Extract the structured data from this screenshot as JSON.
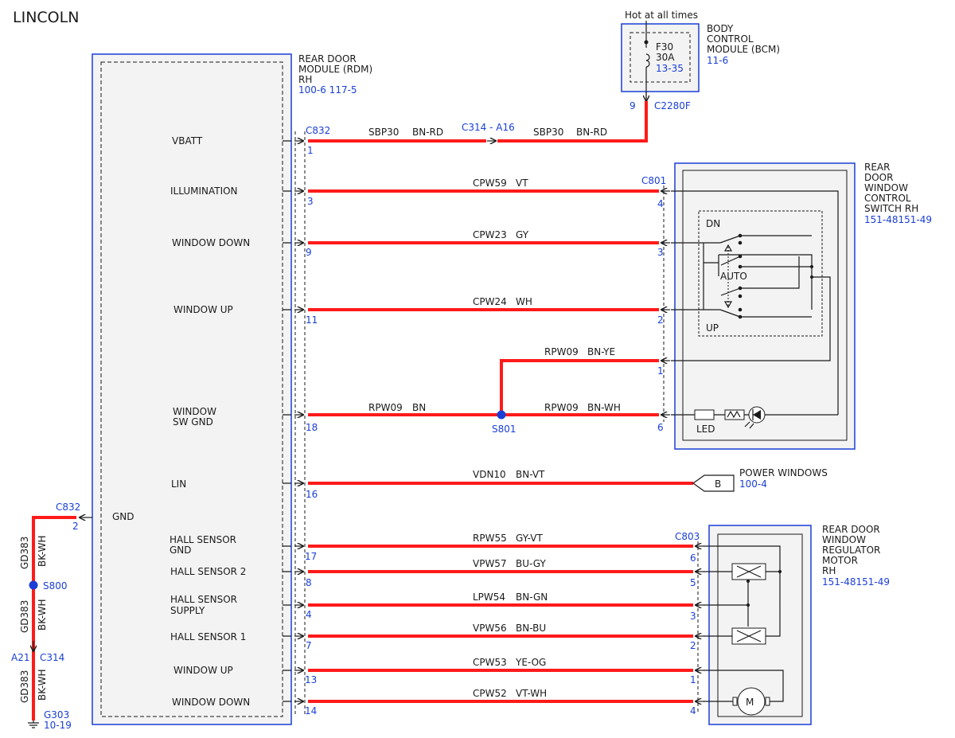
{
  "header": {
    "brand": "LINCOLN"
  },
  "modules": {
    "rdm": {
      "name": [
        "REAR DOOR",
        "MODULE (RDM)",
        "RH"
      ],
      "ref": "100-6 117-5"
    },
    "bcm": {
      "name": [
        "BODY",
        "CONTROL",
        "MODULE (BCM)"
      ],
      "ref": "11-6",
      "power_note": "Hot at all times",
      "fuse": "F30",
      "fuse_rating": "30A",
      "fuse_ref": "13-35"
    },
    "switch": {
      "name": [
        "REAR",
        "DOOR",
        "WINDOW",
        "CONTROL",
        "SWITCH RH"
      ],
      "ref": "151-48151-49",
      "dn": "DN",
      "auto": "AUTO",
      "up": "UP",
      "led": "LED"
    },
    "motor": {
      "name": [
        "REAR DOOR",
        "WINDOW",
        "REGULATOR",
        "MOTOR",
        "RH"
      ],
      "ref": "151-48151-49",
      "symbol": "M"
    },
    "power_windows": {
      "name": "POWER WINDOWS",
      "ref": "100-4",
      "flag": "B"
    }
  },
  "rdm_pins": [
    {
      "label": [
        "VBATT"
      ],
      "pin": "1"
    },
    {
      "label": [
        "ILLUMINATION"
      ],
      "pin": "3"
    },
    {
      "label": [
        "WINDOW DOWN"
      ],
      "pin": "9"
    },
    {
      "label": [
        "WINDOW UP"
      ],
      "pin": "11"
    },
    {
      "label": [
        "WINDOW",
        "SW GND"
      ],
      "pin": "18"
    },
    {
      "label": [
        "LIN"
      ],
      "pin": "16"
    },
    {
      "label": [
        "HALL SENSOR",
        "GND"
      ],
      "pin": "17"
    },
    {
      "label": [
        "HALL SENSOR 2"
      ],
      "pin": "8"
    },
    {
      "label": [
        "HALL SENSOR",
        "SUPPLY"
      ],
      "pin": "4"
    },
    {
      "label": [
        "HALL SENSOR 1"
      ],
      "pin": "7"
    },
    {
      "label": [
        "WINDOW UP"
      ],
      "pin": "13"
    },
    {
      "label": [
        "WINDOW DOWN"
      ],
      "pin": "14"
    }
  ],
  "connectors": {
    "rdm_main": "C832",
    "inline": "C314 - A16",
    "bcm": "C2280F",
    "bcm_pin": "9",
    "switch": "C801",
    "motor": "C803",
    "gnd_conn": "C832",
    "gnd_pin": "2",
    "gnd_label": "GND",
    "gnd_inline": "C314",
    "gnd_inline_pin": "A21"
  },
  "wires": [
    {
      "circuit": "SBP30",
      "color": "BN-RD"
    },
    {
      "circuit": "SBP30",
      "color": "BN-RD"
    },
    {
      "circuit": "CPW59",
      "color": "VT"
    },
    {
      "circuit": "CPW23",
      "color": "GY"
    },
    {
      "circuit": "CPW24",
      "color": "WH"
    },
    {
      "circuit": "RPW09",
      "color": "BN-YE"
    },
    {
      "circuit": "RPW09",
      "color": "BN"
    },
    {
      "circuit": "RPW09",
      "color": "BN-WH"
    },
    {
      "circuit": "VDN10",
      "color": "BN-VT"
    },
    {
      "circuit": "RPW55",
      "color": "GY-VT"
    },
    {
      "circuit": "VPW57",
      "color": "BU-GY"
    },
    {
      "circuit": "LPW54",
      "color": "BN-GN"
    },
    {
      "circuit": "VPW56",
      "color": "BN-BU"
    },
    {
      "circuit": "CPW53",
      "color": "YE-OG"
    },
    {
      "circuit": "CPW52",
      "color": "VT-WH"
    }
  ],
  "switch_pins": [
    "4",
    "3",
    "2",
    "1",
    "6"
  ],
  "motor_pins": [
    "6",
    "5",
    "3",
    "2",
    "1",
    "4"
  ],
  "splices": {
    "s801": "S801",
    "s800": "S800"
  },
  "ground": {
    "wire": "GD383",
    "color": "BK-WH",
    "point": "G303",
    "ref": "10-19"
  },
  "colors": {
    "wire": "#ff1a1a",
    "link": "#1a3fd6",
    "module_fill": "#f3f3f3"
  }
}
